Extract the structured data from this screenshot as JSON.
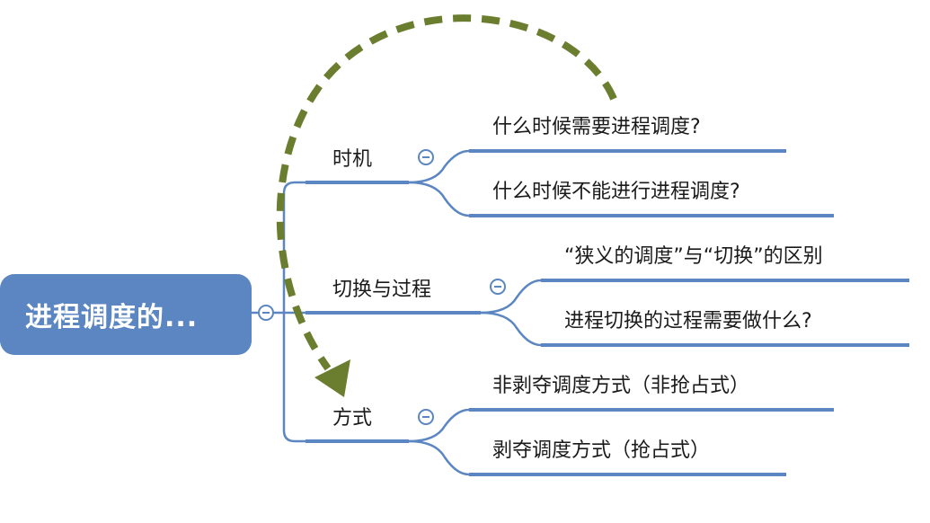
{
  "root": {
    "label": "进程调度的..."
  },
  "branches": [
    {
      "label": "时机",
      "children": [
        "什么时候需要进程调度?",
        "什么时候不能进行进程调度?"
      ]
    },
    {
      "label": "切换与过程",
      "children": [
        "“狭义的调度”与“切换”的区别",
        "进程切换的过程需要做什么?"
      ]
    },
    {
      "label": "方式",
      "children": [
        "非剥夺调度方式（非抢占式）",
        "剥夺调度方式（抢占式）"
      ]
    }
  ],
  "colors": {
    "root_fill": "#5b86c2",
    "connector": "#5b86c2",
    "annotation_arrow": "#6b7d2e"
  },
  "annotation": {
    "icon": "curved-dashed-arrow-icon"
  }
}
